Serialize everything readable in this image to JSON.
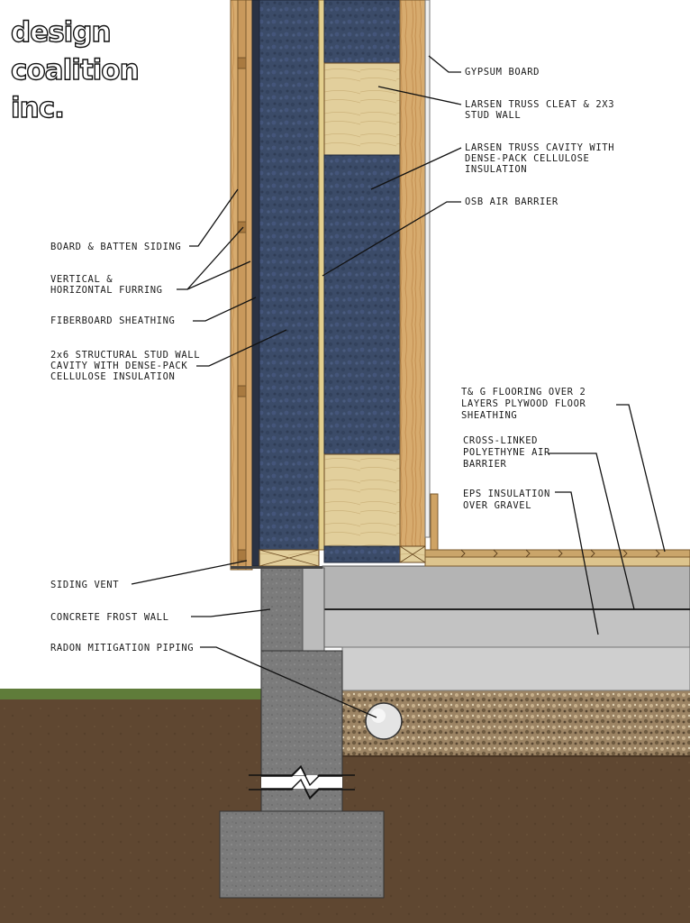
{
  "logo": {
    "lines": [
      "design",
      "coalition",
      "inc."
    ]
  },
  "labels": {
    "gypsum_board": [
      "GYPSUM BOARD"
    ],
    "larsen_cleat": [
      "LARSEN TRUSS CLEAT & 2X3",
      "STUD WALL"
    ],
    "larsen_cavity": [
      "LARSEN TRUSS CAVITY WITH",
      "DENSE-PACK CELLULOSE",
      "INSULATION"
    ],
    "osb_air_barrier": [
      "OSB AIR BARRIER"
    ],
    "board_batten": [
      "BOARD & BATTEN SIDING"
    ],
    "furring": [
      "VERTICAL &",
      "HORIZONTAL FURRING"
    ],
    "fiberboard": [
      "FIBERBOARD SHEATHING"
    ],
    "structural_stud": [
      "2x6 STRUCTURAL STUD WALL",
      "CAVITY WITH DENSE-PACK",
      "CELLULOSE INSULATION"
    ],
    "flooring": [
      "T& G FLOORING OVER 2",
      "LAYERS PLYWOOD FLOOR",
      "SHEATHING"
    ],
    "air_barrier": [
      "CROSS-LINKED",
      "POLYETHYNE AIR",
      "BARRIER"
    ],
    "eps": [
      "EPS INSULATION",
      "OVER GRAVEL"
    ],
    "siding_vent": [
      "SIDING VENT"
    ],
    "frost_wall": [
      "CONCRETE FROST WALL"
    ],
    "radon": [
      "RADON MITIGATION PIPING"
    ]
  },
  "colors": {
    "insulation": "#3a4a66",
    "wood": "#d6a86a",
    "plywood": "#e0cc98",
    "concrete": "#7c7c7c",
    "slab": "#b9b9b9",
    "gravel": "#a08a68",
    "soil": "#5e4630",
    "grass": "#5d7a3a"
  }
}
